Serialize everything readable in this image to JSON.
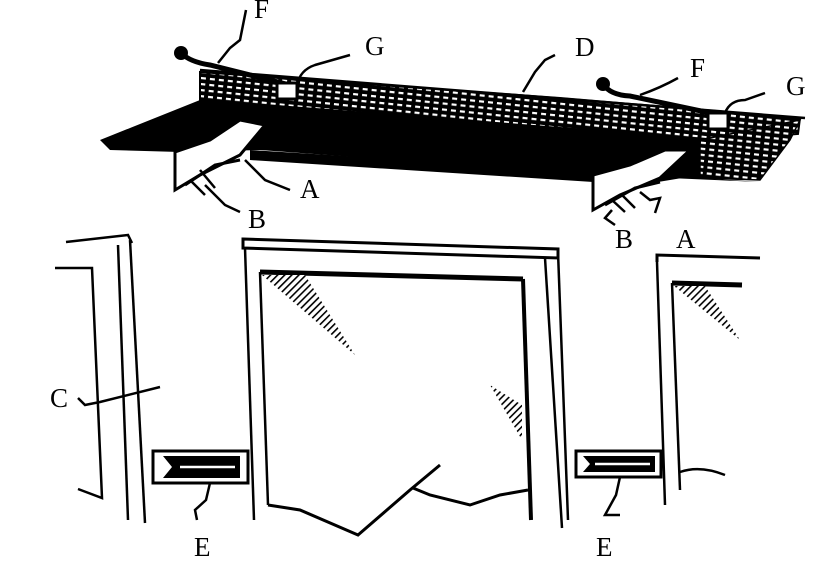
{
  "figure": {
    "type": "patent-line-drawing",
    "subject": "Awning assembly mounted above a window between wall panels",
    "colors": {
      "ink": "#000000",
      "paper": "#ffffff"
    }
  },
  "labels": {
    "A_left": {
      "text": "A",
      "part": "awning support bracket (left)"
    },
    "A_right": {
      "text": "A",
      "part": "awning support bracket (right)"
    },
    "B_left": {
      "text": "B",
      "part": "bracket brace (left)"
    },
    "B_right": {
      "text": "B",
      "part": "bracket brace (right)"
    },
    "C": {
      "text": "C",
      "part": "wall panel / window frame"
    },
    "D": {
      "text": "D",
      "part": "perforated awning canopy"
    },
    "E_left": {
      "text": "E",
      "part": "handle / latch plate (left)"
    },
    "E_right": {
      "text": "E",
      "part": "handle / latch plate (right)"
    },
    "F_left": {
      "text": "F",
      "part": "adjusting arm (left)"
    },
    "F_right": {
      "text": "F",
      "part": "adjusting arm (right)"
    },
    "G_left": {
      "text": "G",
      "part": "pivot fitting (left)"
    },
    "G_right": {
      "text": "G",
      "part": "pivot fitting (right)"
    }
  }
}
